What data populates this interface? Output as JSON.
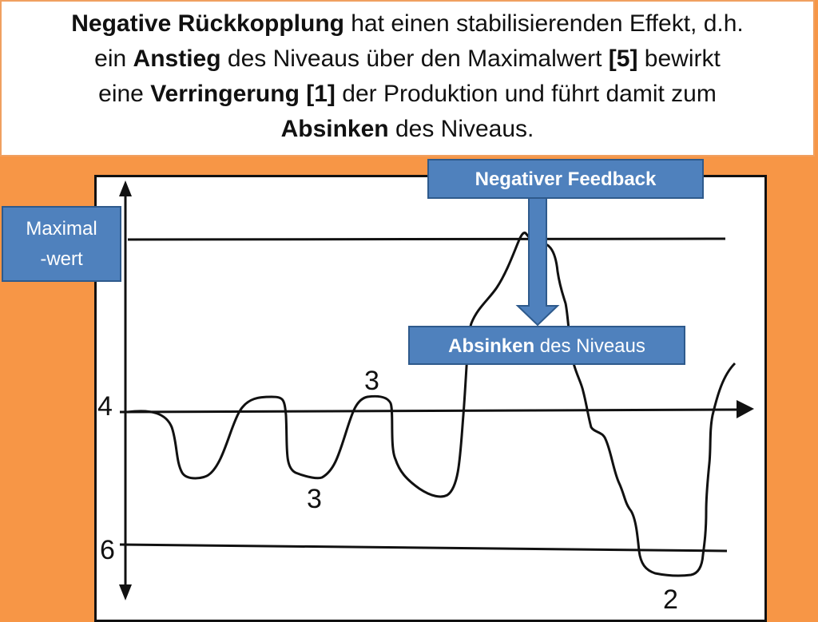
{
  "header": {
    "bold1": "Negative Rückkopplung",
    "t1": " hat einen stabilisierenden Effekt, d.h.",
    "t2": "ein ",
    "bold2": "Anstieg",
    "t3": " des Niveaus über den Maximalwert ",
    "bold3": "[5]",
    "t4": " bewirkt",
    "t5": "eine ",
    "bold4": "Verringerung [1]",
    "t6": " der Produktion und führt damit zum",
    "bold5": "Absinken",
    "t7": " des Niveaus."
  },
  "labels": {
    "max_line1": "Maximal",
    "max_line2": "-wert",
    "negative_feedback": "Negativer Feedback",
    "absinken_bold": "Absinken",
    "absinken_rest": " des Niveaus"
  },
  "axis": {
    "tick_4": "4",
    "tick_6": "6",
    "point_3a": "3",
    "point_3b": "3",
    "point_2": "2"
  },
  "colors": {
    "background": "#F79646",
    "box": "#4F81BD",
    "box_border": "#2E5A8C"
  }
}
